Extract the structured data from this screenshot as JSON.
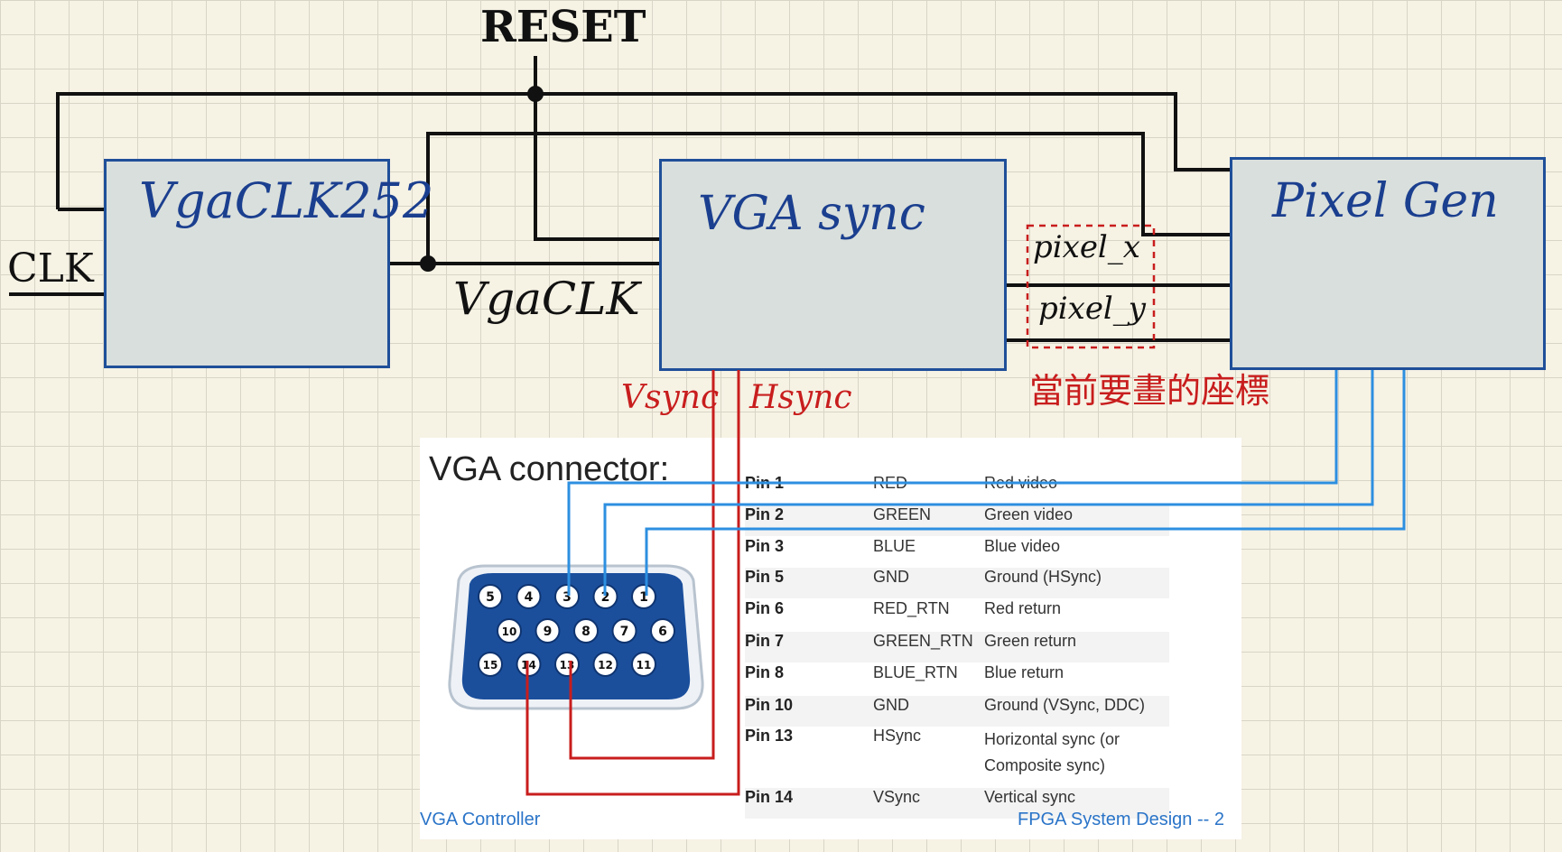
{
  "labels": {
    "reset": "RESET",
    "clk": "CLK",
    "vgaclk": "VgaCLK",
    "vsync": "Vsync",
    "hsync": "Hsync",
    "pixel_x": "pixel_x",
    "pixel_y": "pixel_y",
    "coord_note": "當前要畫的座標"
  },
  "blocks": {
    "vgaclk252": "VgaCLK252",
    "vga_sync": "VGA sync",
    "pixel_gen": "Pixel Gen"
  },
  "slide": {
    "title": "VGA connector:",
    "footer_left": "VGA Controller",
    "footer_right": "FPGA System Design -- 2",
    "pins": [
      {
        "pin": "Pin 1",
        "name": "RED",
        "desc": "Red video"
      },
      {
        "pin": "Pin 2",
        "name": "GREEN",
        "desc": "Green video"
      },
      {
        "pin": "Pin 3",
        "name": "BLUE",
        "desc": "Blue video"
      },
      {
        "pin": "Pin 5",
        "name": "GND",
        "desc": "Ground (HSync)"
      },
      {
        "pin": "Pin 6",
        "name": "RED_RTN",
        "desc": "Red return"
      },
      {
        "pin": "Pin 7",
        "name": "GREEN_RTN",
        "desc": "Green return"
      },
      {
        "pin": "Pin 8",
        "name": "BLUE_RTN",
        "desc": "Blue return"
      },
      {
        "pin": "Pin 10",
        "name": "GND",
        "desc": "Ground (VSync, DDC)"
      },
      {
        "pin": "Pin 13",
        "name": "HSync",
        "desc": "Horizontal sync (or Composite sync)"
      },
      {
        "pin": "Pin 14",
        "name": "VSync",
        "desc": "Vertical sync"
      }
    ],
    "connector_pins": {
      "row1": [
        "5",
        "4",
        "3",
        "2",
        "1"
      ],
      "row2": [
        "10",
        "9",
        "8",
        "7",
        "6"
      ],
      "row3": [
        "15",
        "14",
        "13",
        "12",
        "11"
      ]
    }
  },
  "colors": {
    "block_border": "#1f4f99",
    "block_fill": "#d9dfdc",
    "wire": "#111111",
    "sync_wire": "#c81d1d",
    "rgb_wire": "#2d8fe0",
    "connector_blue": "#1b4f9c"
  }
}
